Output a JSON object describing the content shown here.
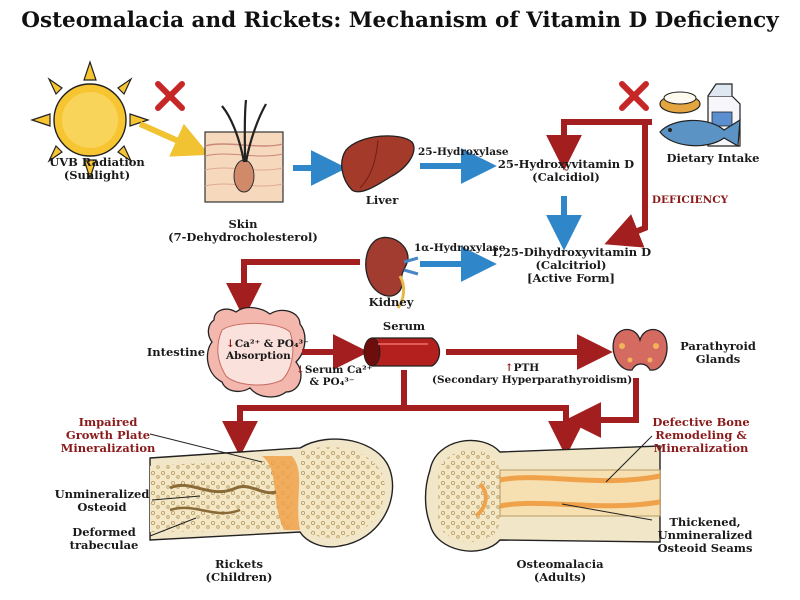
{
  "title": "Osteomalacia and Rickets: Mechanism of Vitamin D Deficiency",
  "colors": {
    "red_arrow": "#a31f1f",
    "blue_arrow": "#2f86c9",
    "sun": "#f7c531",
    "deficiency_text": "#8b1a1a",
    "orange_callout": "#c0392b",
    "bone": "#f1e6c8",
    "marrow": "#f0a24a"
  },
  "nodes": {
    "uvb": {
      "line1": "UVB Radiation",
      "line2": "(Sunlight)"
    },
    "skin": {
      "line1": "Skin",
      "line2": "(7-Dehydrocholesterol)"
    },
    "liver": {
      "label": "Liver"
    },
    "hydroxylase25": {
      "label": "25-Hydroxylase"
    },
    "calcidiol": {
      "line1": "25-Hydroxyvitamin D",
      "line2": "(Calcidiol)"
    },
    "dietary": {
      "label": "Dietary Intake"
    },
    "deficiency": {
      "label": "DEFICIENCY"
    },
    "kidney": {
      "label": "Kidney"
    },
    "hydroxylase1a": {
      "label": "1α-Hydroxylase"
    },
    "calcitriol": {
      "line1": "1,25-Dihydroxyvitamin D",
      "line2": "(Calcitriol)",
      "line3": "[Active Form]"
    },
    "intestine": {
      "label": "Intestine"
    },
    "absorption": {
      "arrow": "↓",
      "line1": "Ca²⁺ & PO₄³⁻",
      "line2": "Absorption"
    },
    "serum": {
      "label": "Serum"
    },
    "serum_ca": {
      "arrow": "↓",
      "line1": "Serum Ca²⁺",
      "line2": "& PO₄³⁻"
    },
    "pth": {
      "arrow": "↑",
      "line1": "PTH",
      "line2": "(Secondary Hyperparathyroidism)"
    },
    "parathyroid": {
      "line1": "Parathyroid",
      "line2": "Glands"
    },
    "impaired": {
      "line1": "Impaired",
      "line2": "Growth Plate",
      "line3": "Mineralization"
    },
    "defective": {
      "line1": "Defective Bone",
      "line2": "Remodeling &",
      "line3": "Mineralization"
    },
    "unmineralized": {
      "line1": "Unmineralized",
      "line2": "Osteoid"
    },
    "deformed": {
      "line1": "Deformed",
      "line2": "trabeculae"
    },
    "thickened": {
      "line1": "Thickened,",
      "line2": "Unmineralized",
      "line3": "Osteoid Seams"
    },
    "rickets": {
      "line1": "Rickets",
      "line2": "(Children)"
    },
    "osteomalacia": {
      "line1": "Osteomalacia",
      "line2": "(Adults)"
    }
  },
  "icons": [
    "sun-icon",
    "blocked-x-icon",
    "skin-cross-section-icon",
    "liver-icon",
    "kidney-icon",
    "food-dairy-fish-icon",
    "intestine-icon",
    "blood-vessel-icon",
    "parathyroid-icon",
    "rickets-bone-icon",
    "osteomalacia-bone-icon"
  ]
}
